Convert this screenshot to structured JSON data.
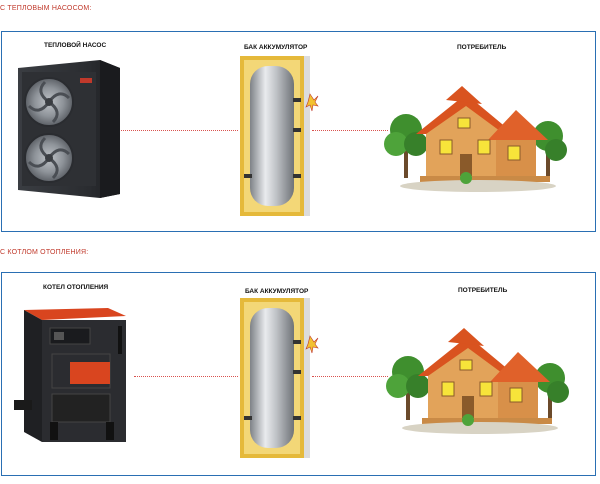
{
  "sections": [
    {
      "title": "С ТЕПЛОВЫМ НАСОСОМ:",
      "source_label": "ТЕПЛОВОЙ НАСОС",
      "tank_label": "БАК АККУМУЛЯТОР",
      "consumer_label": "ПОТРЕБИТЕЛЬ"
    },
    {
      "title": "С КОТЛОМ ОТОПЛЕНИЯ:",
      "source_label": "КОТЕЛ ОТОПЛЕНИЯ",
      "tank_label": "БАК АККУМУЛЯТОР",
      "consumer_label": "ПОТРЕБИТЕЛЬ"
    }
  ],
  "colors": {
    "panel_border": "#2a6fb3",
    "section_title": "#c0392b",
    "connector": "#d9534f"
  }
}
